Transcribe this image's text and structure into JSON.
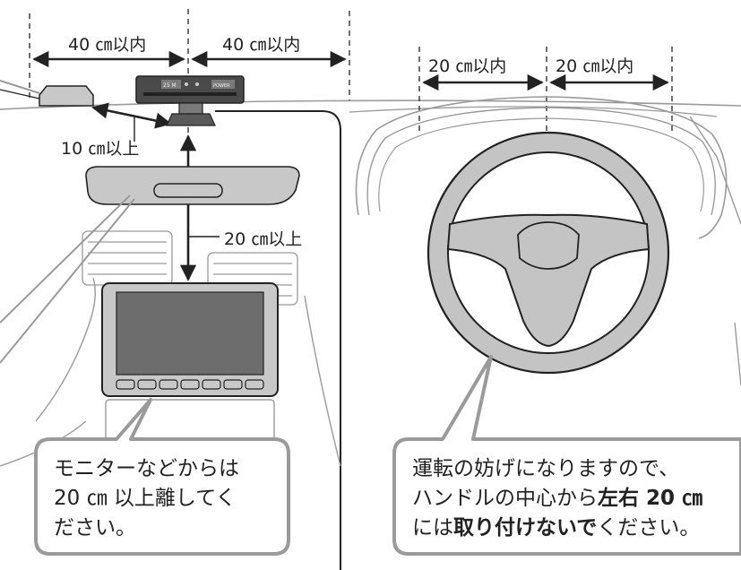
{
  "labels": {
    "top_left": "40 ㎝以内",
    "top_right": "40 ㎝以内",
    "wheel_left": "20 ㎝以内",
    "wheel_right": "20 ㎝以内",
    "min_visor": "10 ㎝以上",
    "min_monitor": "20 ㎝以上"
  },
  "device_face": {
    "left_mark": "25 M",
    "right_mark": "POWER"
  },
  "callout_left": {
    "line1": "モニターなどからは",
    "line2": "20 ㎝ 以上離してく",
    "line3": "ださい。"
  },
  "callout_right": {
    "line1": "運転の妨げになりますので、",
    "line2_a": "ハンドルの中心から",
    "line2_b": "左右 20 ㎝",
    "line3_a": "には",
    "line3_b": "取り付けないで",
    "line3_c": "ください。"
  },
  "colors": {
    "stroke": "#222222",
    "light_stroke": "#9a9a9a",
    "fill_gray": "#c8c8c8",
    "fill_dark": "#5a5a5a",
    "screen": "#6d6d6d",
    "wheel": "#c4c4c4"
  }
}
